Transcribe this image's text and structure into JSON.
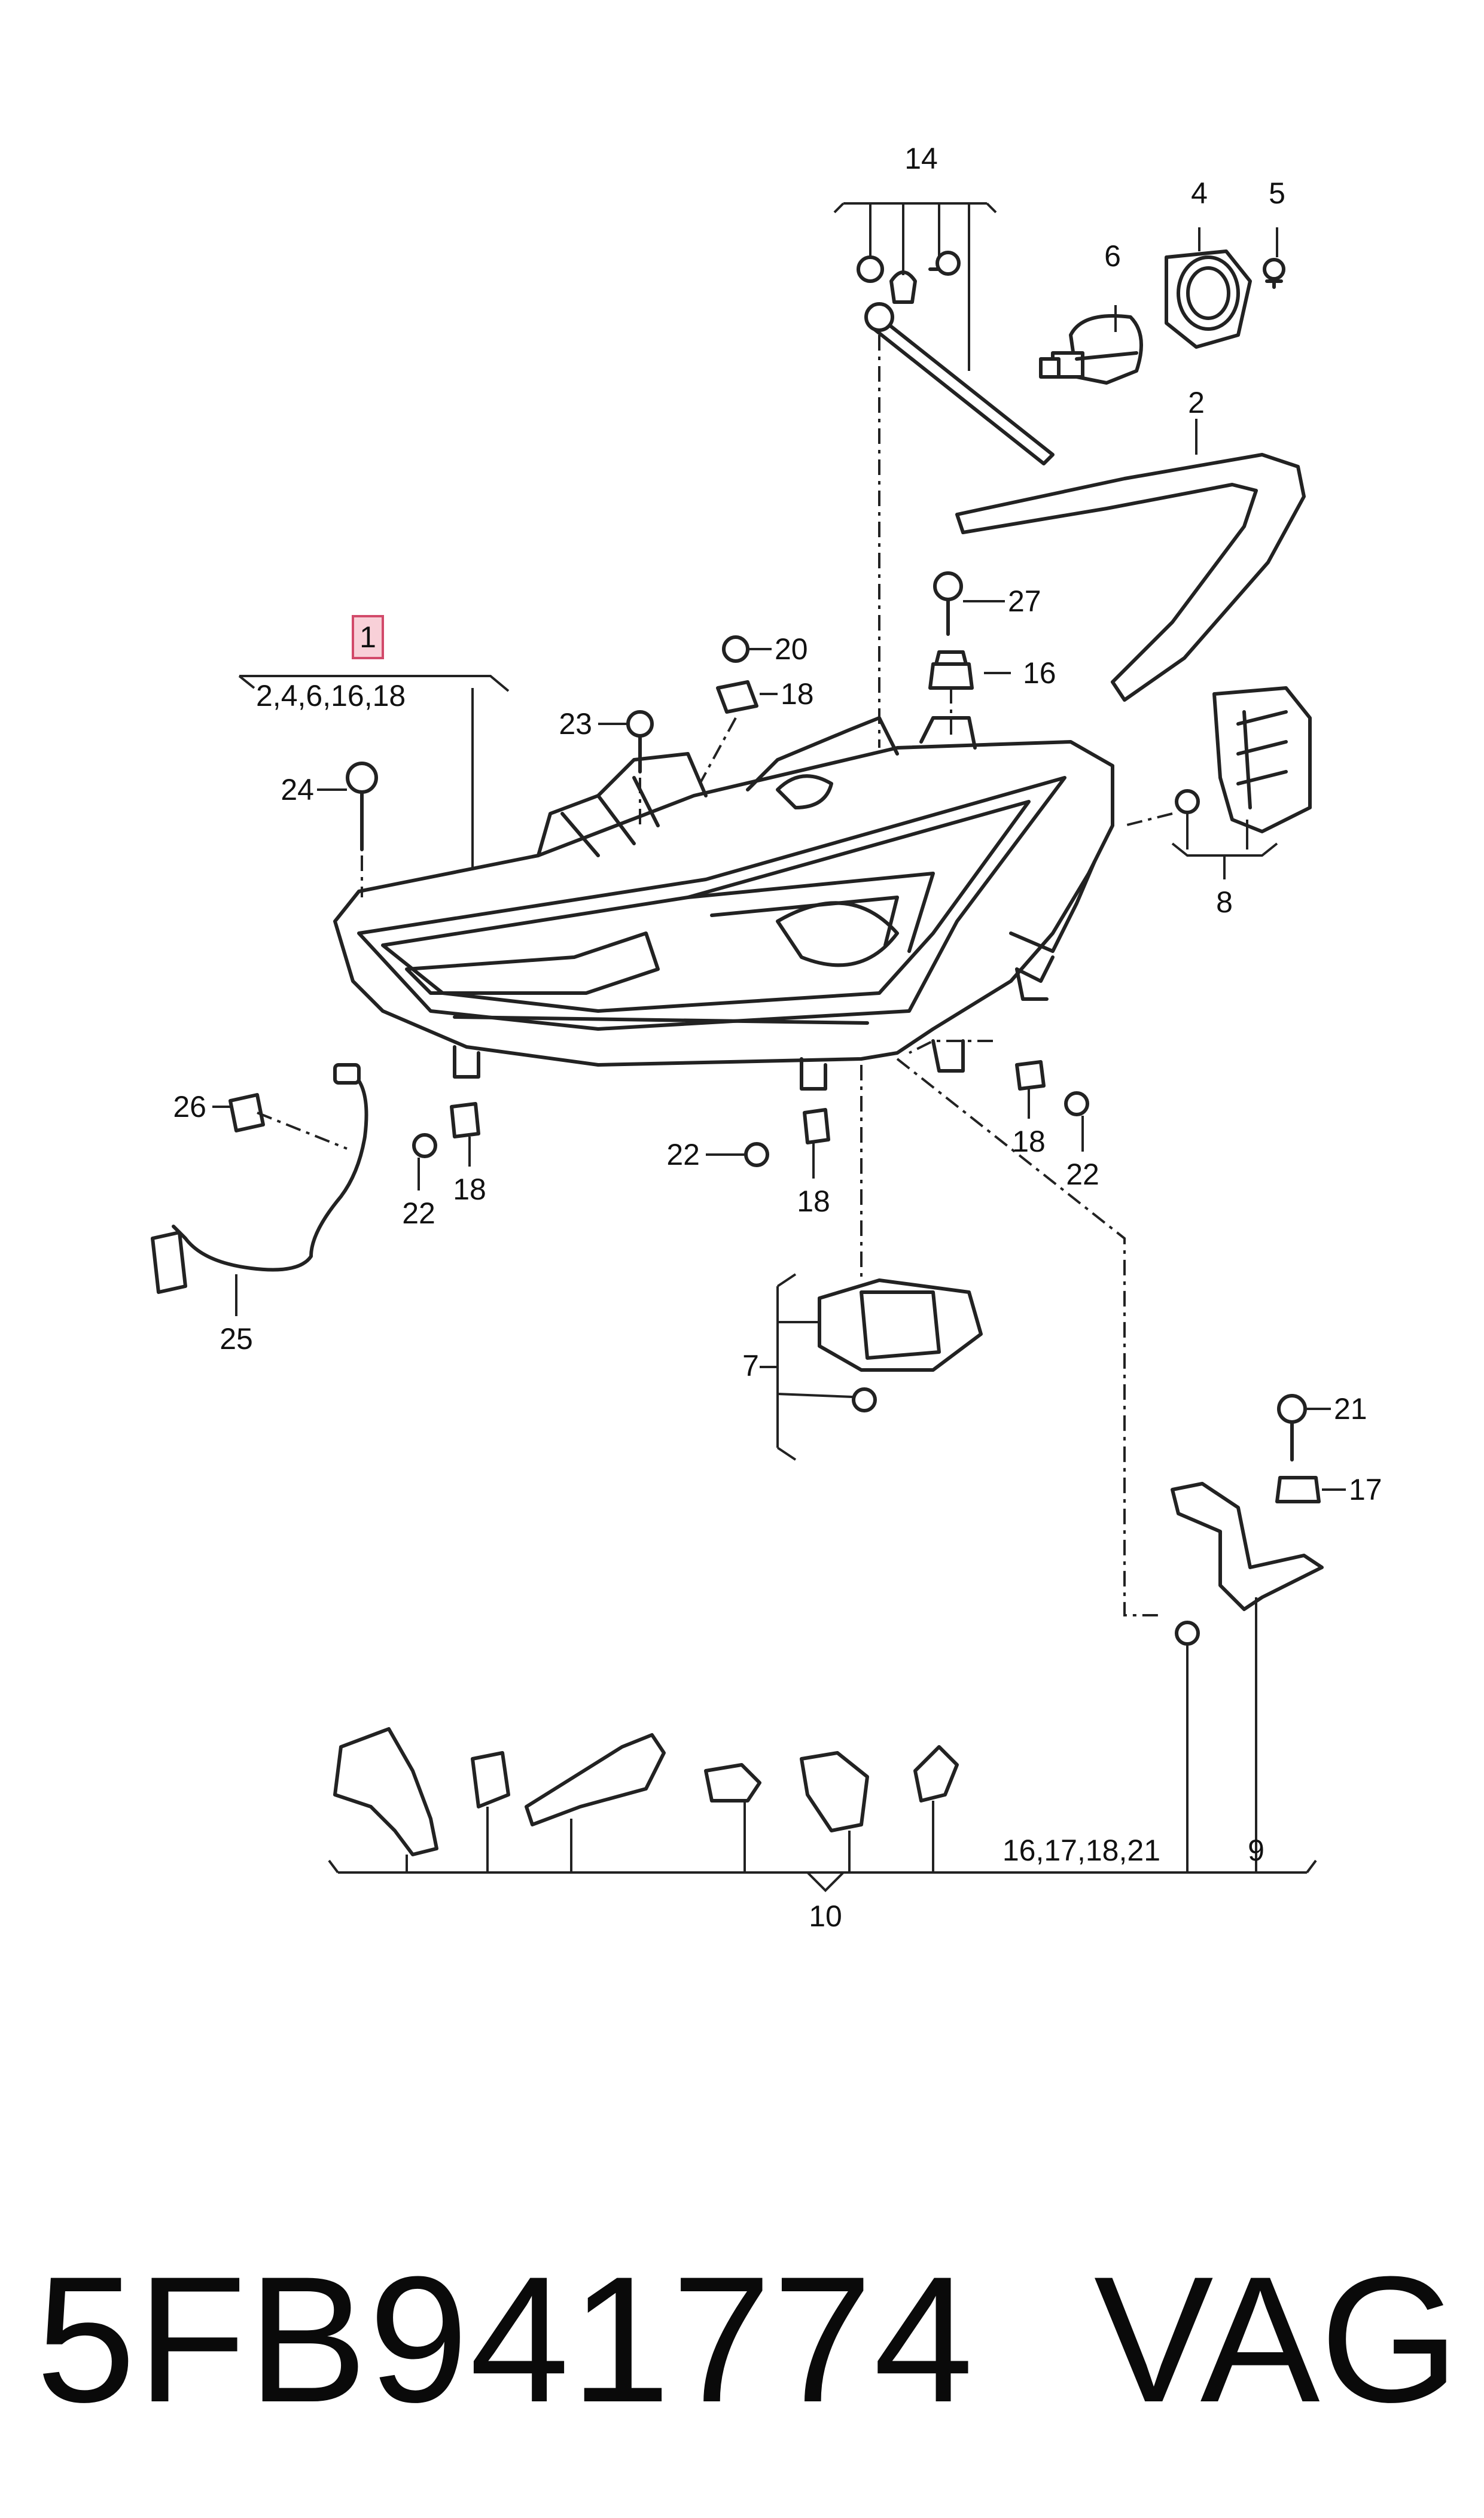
{
  "diagram": {
    "labels": {
      "l1": "1",
      "l1_sub": "2,4,6,16,18",
      "l2": "2",
      "l4": "4",
      "l5": "5",
      "l6": "6",
      "l7": "7",
      "l8": "8",
      "l9": "9",
      "l10": "10",
      "l14": "14",
      "l16a": "16",
      "l17": "17",
      "l18a": "18",
      "l18b": "18",
      "l18c": "18",
      "l18d": "18",
      "l20": "20",
      "l21": "21",
      "l22a": "22",
      "l22b": "22",
      "l22c": "22",
      "l23": "23",
      "l24": "24",
      "l25": "25",
      "l26": "26",
      "l27": "27",
      "l_group": "16,17,18,21"
    },
    "highlight_color": "#f8d0d8"
  },
  "footer": {
    "part_number": "5FB941774",
    "brand": "VAG"
  }
}
